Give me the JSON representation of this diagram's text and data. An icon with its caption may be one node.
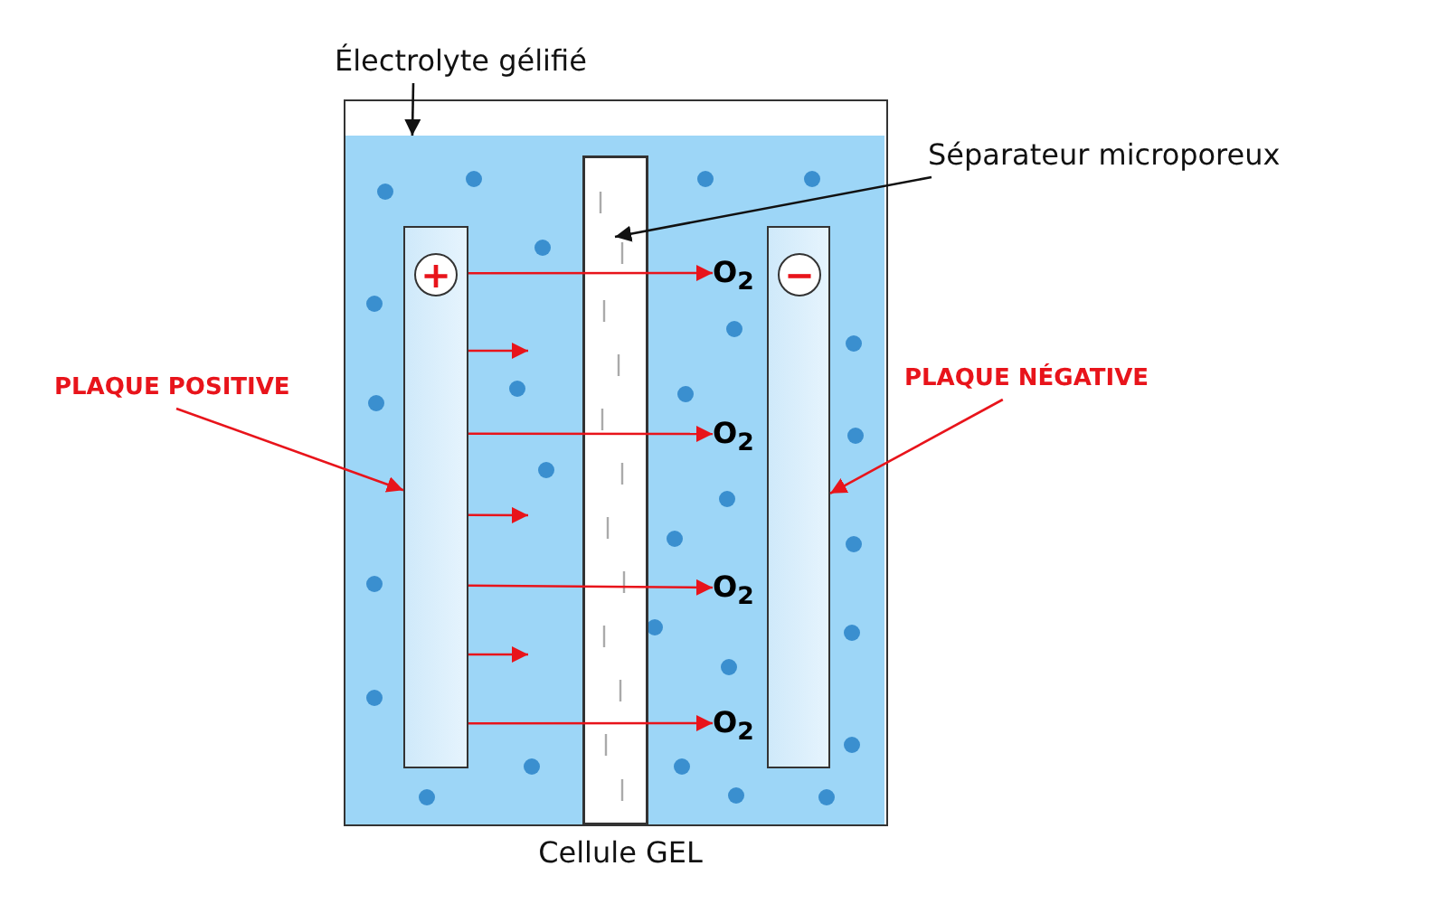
{
  "diagram": {
    "caption": "Cellule GEL",
    "nodes": [
      {
        "text": [
          "Électrolyte gélifié"
        ]
      },
      {
        "text": [],
        "shape": "box"
      },
      {
        "text": [
          "Séparateur microporeux"
        ]
      },
      {
        "text": [
          "PLAQUE POSITIVE"
        ]
      },
      {
        "text": [],
        "shape": "bar",
        "in": 1
      },
      {
        "text": [
          "+"
        ],
        "in": 4
      },
      {
        "text": [
          "PLAQUE NÉGATIVE"
        ]
      },
      {
        "text": [],
        "shape": "bar",
        "in": 1
      },
      {
        "text": [
          "−"
        ],
        "in": 7
      },
      {
        "text": [
          "O$_{2}$"
        ],
        "in": 1
      },
      {
        "text": [
          "O$_{2}$"
        ],
        "in": 1
      },
      {
        "text": [
          "O$_{2}$"
        ],
        "in": 1
      },
      {
        "text": [
          "O$_{2}$"
        ],
        "in": 1
      }
    ],
    "edges": [
      {
        "from": 0,
        "to": 1,
        "arrow": "to",
        "color": "#111111"
      },
      {
        "from": 2,
        "to": null,
        "arrow": "to",
        "color": "#111111"
      },
      {
        "from": 3,
        "to": 4,
        "arrow": "to",
        "color": "#e8141b"
      },
      {
        "from": 6,
        "to": 7,
        "arrow": "to",
        "color": "#e8141b"
      },
      {
        "from": 4,
        "to": 9,
        "arrow": "to",
        "color": "#e8141b"
      },
      {
        "from": 4,
        "to": null,
        "arrow": "to",
        "color": "#e8141b"
      },
      {
        "from": 4,
        "to": 10,
        "arrow": "to",
        "color": "#e8141b"
      },
      {
        "from": 4,
        "to": null,
        "arrow": "to",
        "color": "#e8141b"
      },
      {
        "from": 4,
        "to": 11,
        "arrow": "to",
        "color": "#e8141b"
      },
      {
        "from": 4,
        "to": null,
        "arrow": "to",
        "color": "#e8141b"
      },
      {
        "from": 4,
        "to": 12,
        "arrow": "to",
        "color": "#e8141b"
      }
    ]
  }
}
